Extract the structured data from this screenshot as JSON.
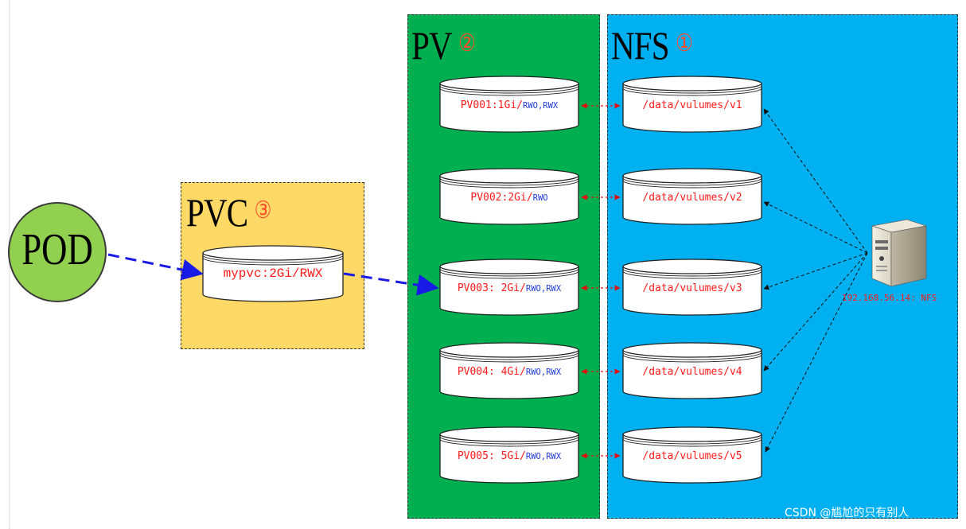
{
  "pod": {
    "label": "POD"
  },
  "pvc": {
    "title": "PVC",
    "number": "③",
    "claim": "mypvc:2Gi/RWX"
  },
  "pv": {
    "title": "PV",
    "number": "②",
    "volumes": [
      {
        "name": "PV001:1Gi/",
        "modes": "RWO,RWX"
      },
      {
        "name": "PV002:2Gi/",
        "modes": "RWO"
      },
      {
        "name": "PV003: 2Gi/",
        "modes": "RWO,RWX"
      },
      {
        "name": "PV004: 4Gi/",
        "modes": "RWO,RWX"
      },
      {
        "name": "PV005: 5Gi/",
        "modes": "RWO,RWX"
      }
    ]
  },
  "nfs": {
    "title": "NFS",
    "number": "①",
    "exports": [
      "/data/vulumes/v1",
      "/data/vulumes/v2",
      "/data/vulumes/v3",
      "/data/vulumes/v4",
      "/data/vulumes/v5"
    ],
    "server_label": "192.168.56.14: NFS"
  },
  "watermark": "CSDN @尴尬的只有别人",
  "colors": {
    "pod_fill": "#92d050",
    "pvc_zone": "#ffd966",
    "pv_zone": "#00b050",
    "nfs_zone": "#00b0f0",
    "label_red": "#ff1a1a",
    "mode_blue": "#1f3bd6",
    "bind_arrow": "#1a1ae6"
  },
  "icons": [
    "server-icon",
    "disk-cylinder-icon"
  ]
}
